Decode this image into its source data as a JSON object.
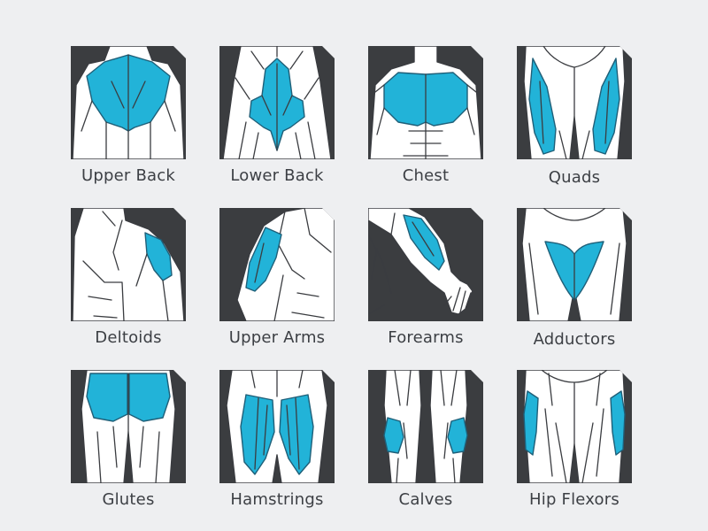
{
  "accent_color": "#22b3d8",
  "tile_color": "#3b3d40",
  "background_color": "#eeeff1",
  "muscles": [
    {
      "label": "Upper Back"
    },
    {
      "label": "Lower Back"
    },
    {
      "label": "Chest"
    },
    {
      "label": "Quads"
    },
    {
      "label": "Deltoids"
    },
    {
      "label": "Upper Arms"
    },
    {
      "label": "Forearms"
    },
    {
      "label": "Adductors"
    },
    {
      "label": "Glutes"
    },
    {
      "label": "Hamstrings"
    },
    {
      "label": "Calves"
    },
    {
      "label": "Hip Flexors"
    }
  ]
}
